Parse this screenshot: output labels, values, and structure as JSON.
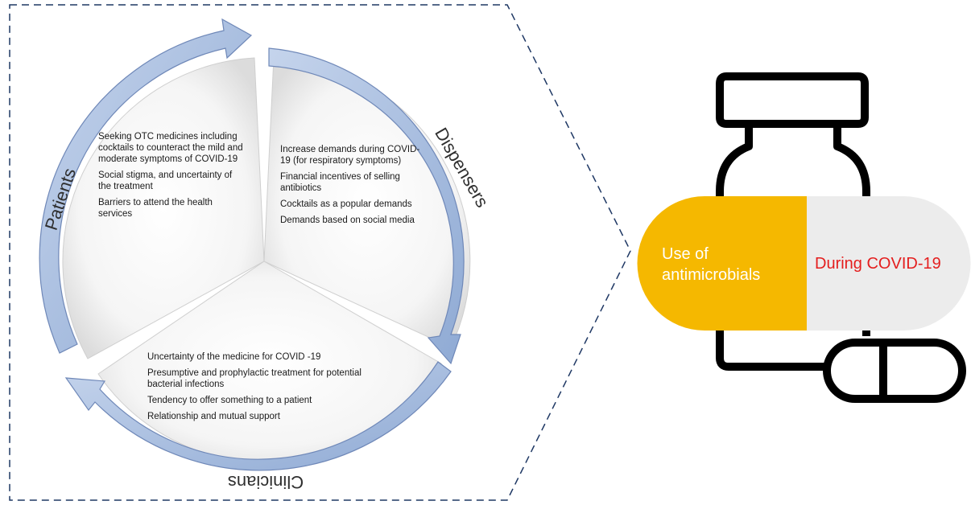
{
  "patients": {
    "label": "Patients",
    "items": [
      "Seeking OTC medicines including cocktails to counteract the mild and moderate symptoms of COVID-19",
      "Social stigma, and uncertainty of the treatment",
      "Barriers to attend the health services"
    ]
  },
  "dispensers": {
    "label": "Dispensers",
    "items": [
      "Increase demands during COVID-19 (for respiratory symptoms)",
      "Financial incentives of selling antibiotics",
      "Cocktails as a popular demands",
      "Demands based on social media"
    ]
  },
  "clinicians": {
    "label": "Clinicians",
    "items": [
      "Uncertainty of the medicine for COVID -19",
      "Presumptive and prophylactic treatment for potential bacterial infections",
      "Tendency to offer something to a patient",
      "Relationship and mutual support"
    ]
  },
  "pill": {
    "left_line1": "Use of",
    "left_line2": "antimicrobials",
    "right_label": "During COVID-19"
  },
  "colors": {
    "arrow_fill": "#a9bfe0",
    "arrow_stroke": "#6f88b8",
    "pill_left": "#f5b800",
    "pill_right": "#ececec",
    "right_label_color": "#e41e1e",
    "dashed_border": "#1f3864"
  }
}
